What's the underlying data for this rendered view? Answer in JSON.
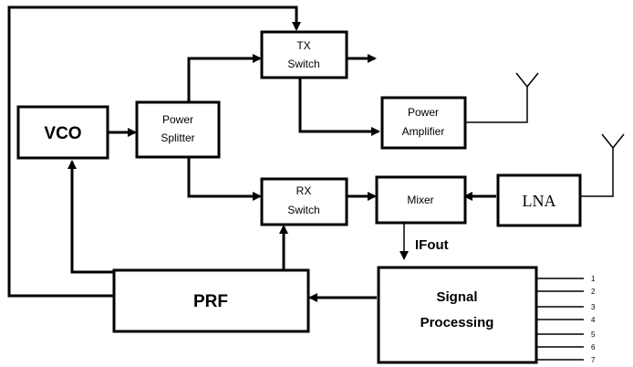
{
  "blocks": {
    "vco": "VCO",
    "splitter": [
      "Power",
      "Splitter"
    ],
    "tx_switch": [
      "TX",
      "Switch"
    ],
    "power_amp": [
      "Power",
      "Amplifier"
    ],
    "rx_switch": [
      "RX",
      "Switch"
    ],
    "mixer": "Mixer",
    "lna": "LNA",
    "prf": "PRF",
    "signal_processing": [
      "Signal",
      "Processing"
    ]
  },
  "labels": {
    "ifout": "IFout"
  },
  "outputs": [
    "1",
    "2",
    "3",
    "4",
    "5",
    "6",
    "7"
  ],
  "colors": {
    "line": "#000000",
    "background": "#ffffff"
  }
}
